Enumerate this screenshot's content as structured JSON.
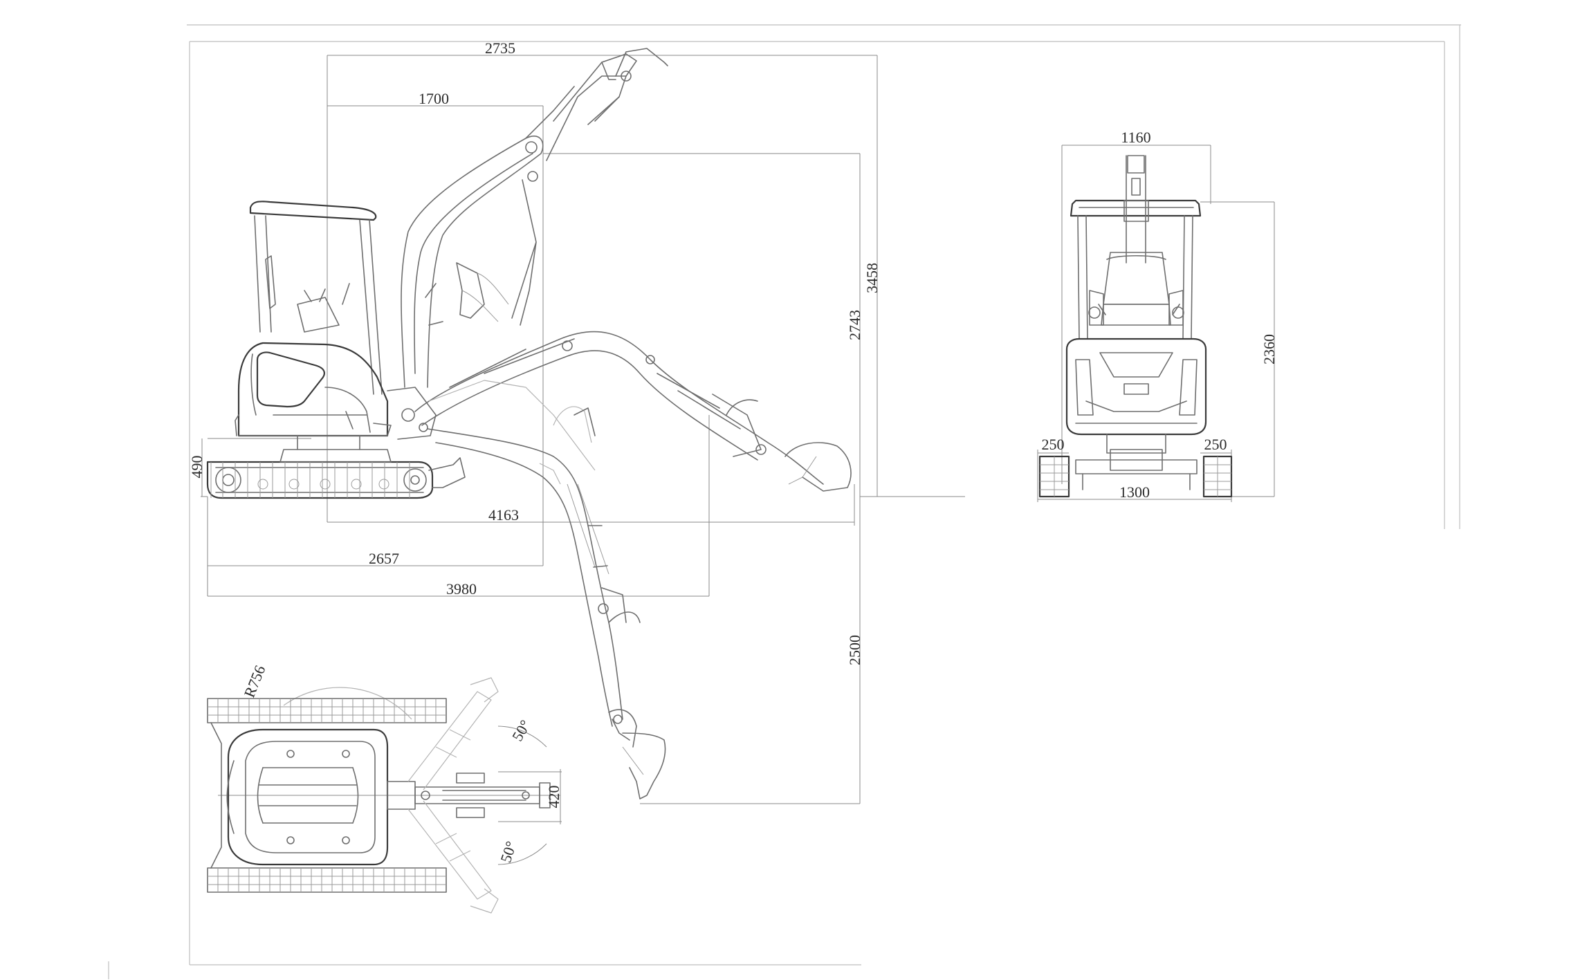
{
  "side_view": {
    "dims": {
      "top_reach": "2735",
      "reach_1700": "1700",
      "max_height": "3458",
      "dump_height": "2743",
      "track_height": "490",
      "dig_reach": "4163",
      "length_2657": "2657",
      "overall_length": "3980",
      "dig_depth": "2500"
    }
  },
  "front_view": {
    "dims": {
      "top_width": "1160",
      "height": "2360",
      "track_left": "250",
      "track_right": "250",
      "overall_width": "1300"
    }
  },
  "top_view": {
    "dims": {
      "radius": "R756",
      "angle_upper": "50°",
      "angle_lower": "50°",
      "boom_width": "420"
    }
  }
}
